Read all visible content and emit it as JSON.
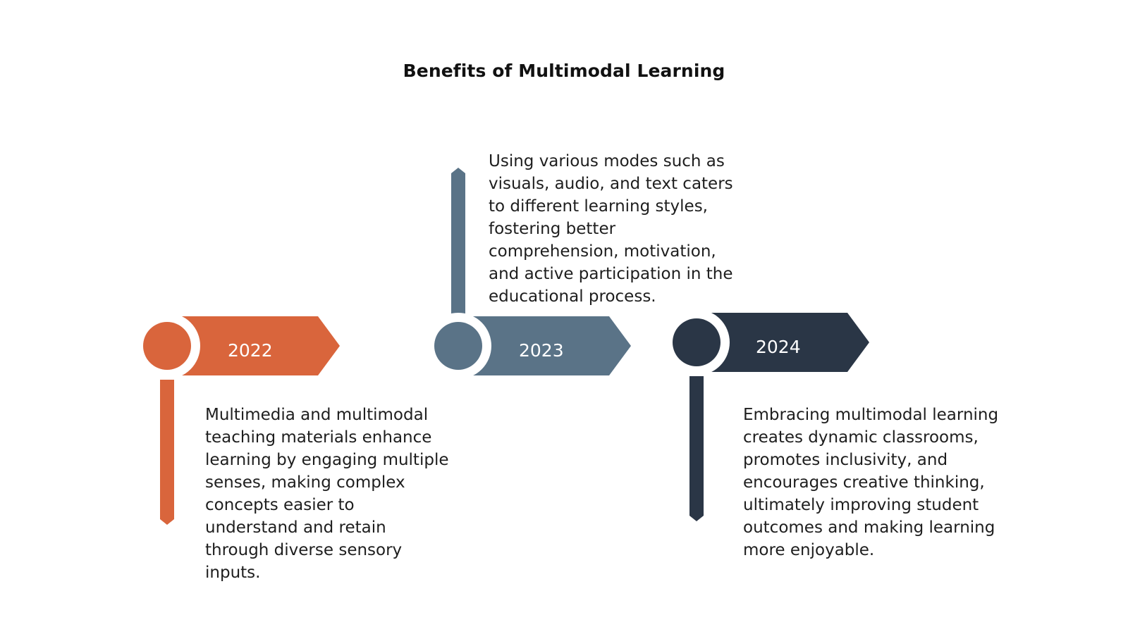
{
  "title": "Benefits of Multimodal Learning",
  "colors": {
    "step1": "#d9653c",
    "step2": "#5a7387",
    "step3": "#2a3646"
  },
  "steps": [
    {
      "year": "2022",
      "text": "Multimedia and multimodal teaching materials enhance learning by engaging multiple senses, making complex concepts easier to understand and retain through diverse sensory inputs."
    },
    {
      "year": "2023",
      "text": "Using various modes such as visuals, audio, and text caters to different learning styles, fostering better comprehension, motivation, and active participation in the educational process."
    },
    {
      "year": "2024",
      "text": "Embracing multimodal learning creates dynamic classrooms, promotes inclusivity, and encourages creative thinking, ultimately improving student outcomes and making learning more enjoyable."
    }
  ]
}
